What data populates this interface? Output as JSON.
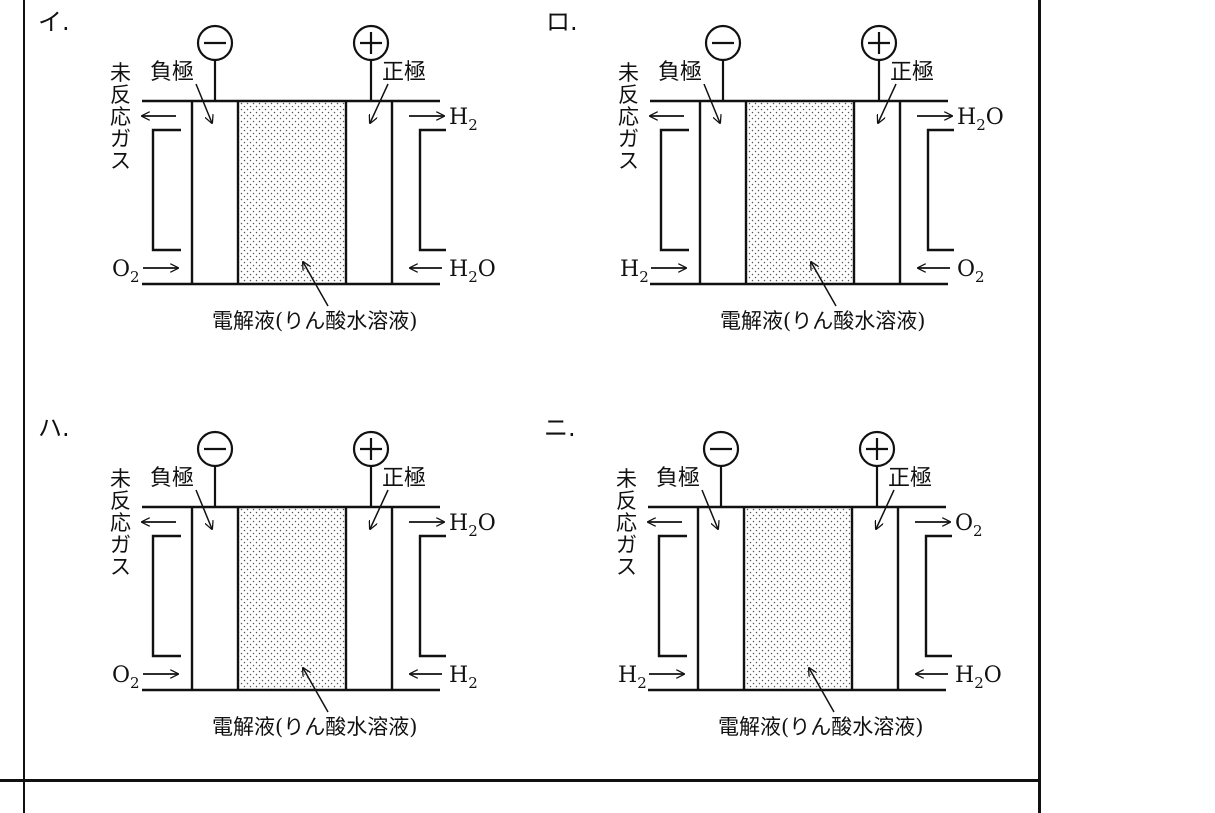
{
  "panels": [
    {
      "id": "i",
      "letter": "イ.",
      "negative_symbol": "−",
      "positive_symbol": "+",
      "negative_label": "負極",
      "positive_label": "正極",
      "unreacted_gas_chars": [
        "未",
        "反",
        "応",
        "ガ",
        "ス"
      ],
      "left_in": {
        "main": "O",
        "sub": "2"
      },
      "right_out": {
        "main": "H",
        "sub": "2",
        "tail": ""
      },
      "right_in": {
        "main": "H",
        "sub": "2",
        "tail": "O"
      },
      "electrolyte": "電解液(りん酸水溶液)"
    },
    {
      "id": "ro",
      "letter": "ロ.",
      "negative_symbol": "−",
      "positive_symbol": "+",
      "negative_label": "負極",
      "positive_label": "正極",
      "unreacted_gas_chars": [
        "未",
        "反",
        "応",
        "ガ",
        "ス"
      ],
      "left_in": {
        "main": "H",
        "sub": "2"
      },
      "right_out": {
        "main": "H",
        "sub": "2",
        "tail": "O"
      },
      "right_in": {
        "main": "O",
        "sub": "2",
        "tail": ""
      },
      "electrolyte": "電解液(りん酸水溶液)"
    },
    {
      "id": "ha",
      "letter": "ハ.",
      "negative_symbol": "−",
      "positive_symbol": "+",
      "negative_label": "負極",
      "positive_label": "正極",
      "unreacted_gas_chars": [
        "未",
        "反",
        "応",
        "ガ",
        "ス"
      ],
      "left_in": {
        "main": "O",
        "sub": "2"
      },
      "right_out": {
        "main": "H",
        "sub": "2",
        "tail": "O"
      },
      "right_in": {
        "main": "H",
        "sub": "2",
        "tail": ""
      },
      "electrolyte": "電解液(りん酸水溶液)"
    },
    {
      "id": "ni",
      "letter": "ニ.",
      "negative_symbol": "−",
      "positive_symbol": "+",
      "negative_label": "負極",
      "positive_label": "正極",
      "unreacted_gas_chars": [
        "未",
        "反",
        "応",
        "ガ",
        "ス"
      ],
      "left_in": {
        "main": "H",
        "sub": "2"
      },
      "right_out": {
        "main": "O",
        "sub": "2",
        "tail": ""
      },
      "right_in": {
        "main": "H",
        "sub": "2",
        "tail": "O"
      },
      "electrolyte": "電解液(りん酸水溶液)"
    }
  ]
}
